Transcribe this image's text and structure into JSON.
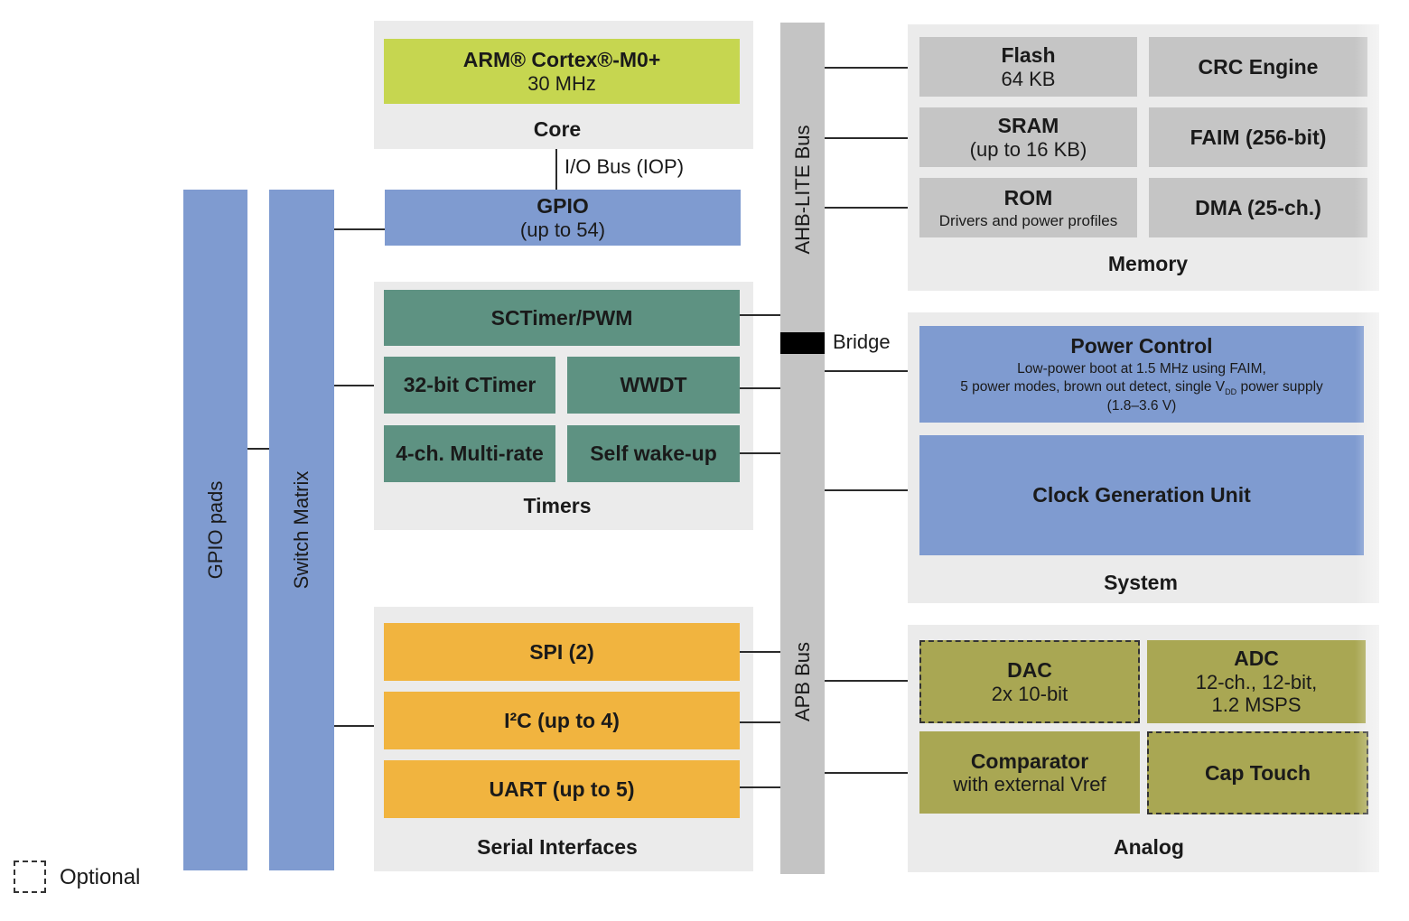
{
  "colors": {
    "core": "#c6d650",
    "blue": "#7f9bd0",
    "teal": "#5e9282",
    "orange": "#f1b43f",
    "olive": "#a9a753",
    "gray_block": "#c5c5c5",
    "panel": "#ebebeb",
    "bus": "#c4c4c4"
  },
  "core": {
    "cpu_name": "ARM® Cortex®-M0+",
    "cpu_speed": "30 MHz",
    "label": "Core"
  },
  "io_bus": "I/O Bus (IOP)",
  "gpio": {
    "title": "GPIO",
    "sub": "(up to 54)"
  },
  "gpio_pads": "GPIO pads",
  "switch_matrix": "Switch Matrix",
  "timers": {
    "sctimer": "SCTimer/PWM",
    "ctimer": "32-bit CTimer",
    "wwdt": "WWDT",
    "multirate": "4-ch. Multi-rate",
    "wakeup": "Self wake-up",
    "label": "Timers"
  },
  "serial": {
    "spi": "SPI (2)",
    "i2c": "I²C (up to 4)",
    "uart": "UART (up to 5)",
    "label": "Serial Interfaces"
  },
  "buses": {
    "ahb": "AHB-LITE Bus",
    "apb": "APB Bus",
    "bridge": "Bridge"
  },
  "memory": {
    "flash_title": "Flash",
    "flash_size": "64 KB",
    "crc": "CRC Engine",
    "sram_title": "SRAM",
    "sram_size": "(up to 16 KB)",
    "faim": "FAIM (256-bit)",
    "rom_title": "ROM",
    "rom_sub": "Drivers and power profiles",
    "dma": "DMA (25-ch.)",
    "label": "Memory"
  },
  "system": {
    "power_title": "Power Control",
    "power_line1": "Low-power boot at 1.5 MHz using FAIM,",
    "power_line2_a": "5 power modes, brown out detect, single V",
    "power_line2_sub": "DD",
    "power_line2_b": " power supply",
    "power_line3": "(1.8–3.6 V)",
    "clock": "Clock Generation Unit",
    "label": "System"
  },
  "analog": {
    "dac_title": "DAC",
    "dac_sub": "2x 10-bit",
    "adc_title": "ADC",
    "adc_line1": "12-ch., 12-bit,",
    "adc_line2": "1.2 MSPS",
    "comp_title": "Comparator",
    "comp_sub": "with external Vref",
    "cap": "Cap Touch",
    "label": "Analog"
  },
  "legend": {
    "optional": "Optional"
  }
}
